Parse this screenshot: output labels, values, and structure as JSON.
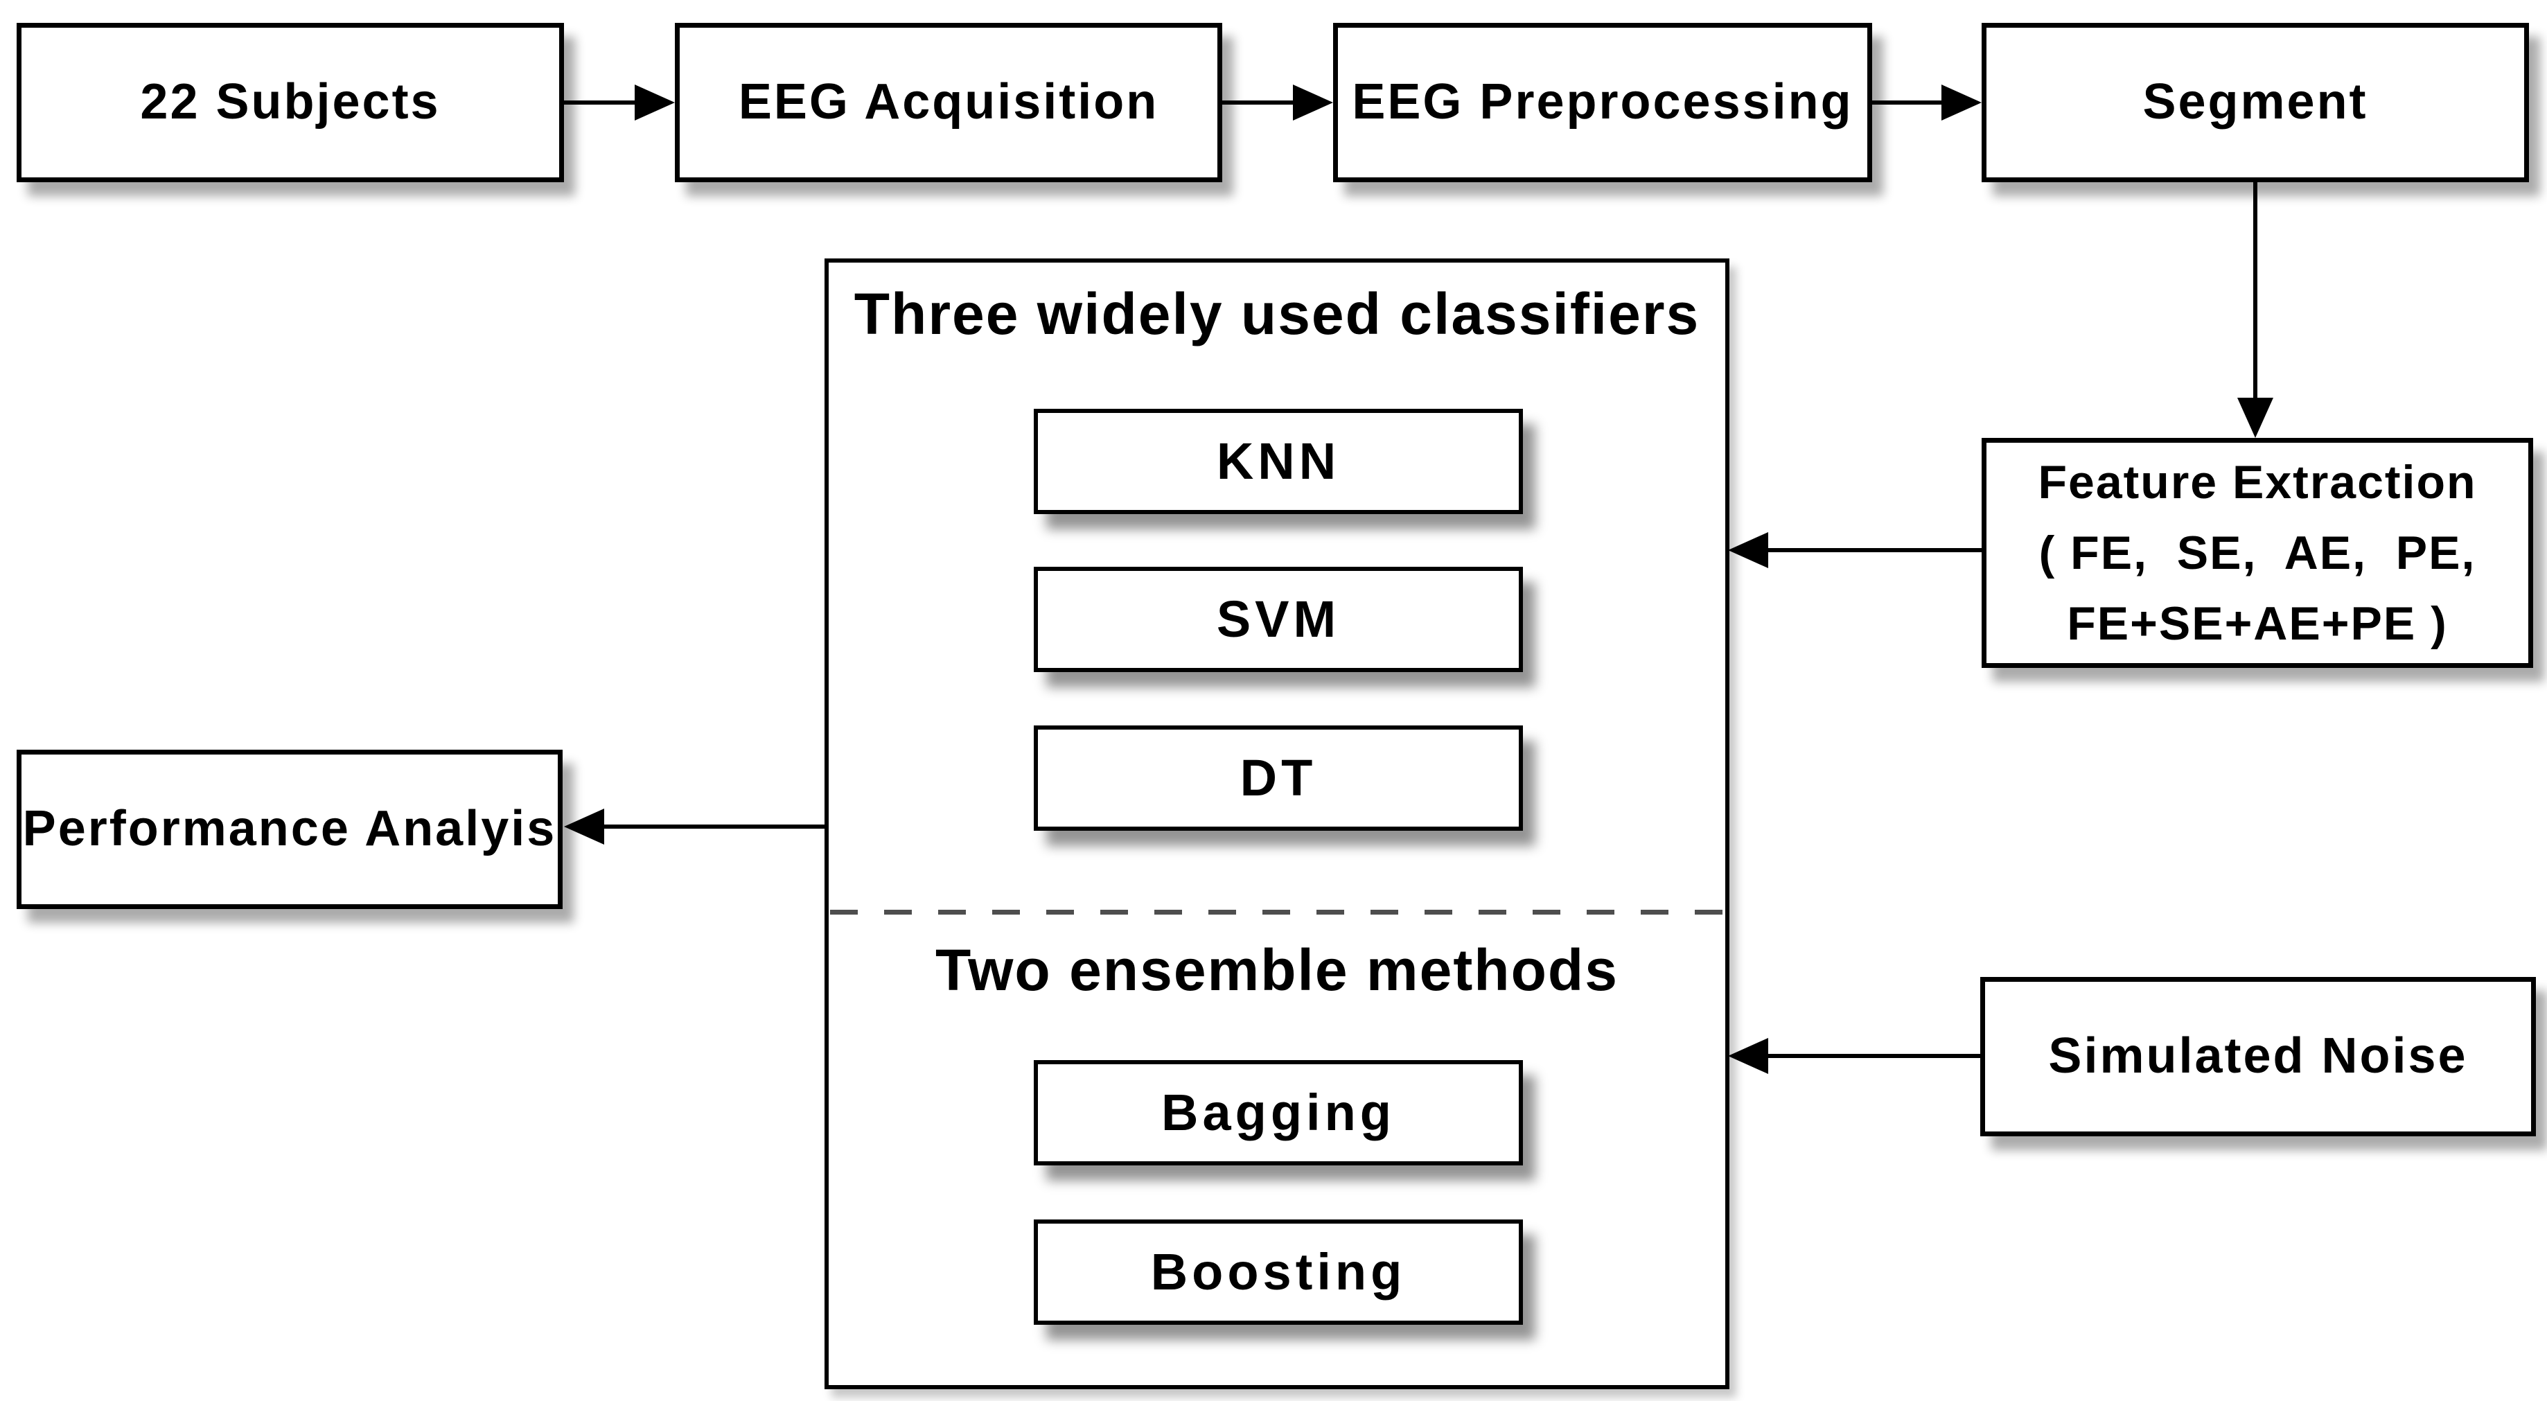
{
  "figure": {
    "type": "flowchart",
    "background": "#ffffff",
    "stroke_color": "#000000",
    "divider_color": "#4e4e4e",
    "nodes": {
      "subjects": {
        "label": "22 Subjects"
      },
      "eeg_acquisition": {
        "label": "EEG Acquisition"
      },
      "eeg_preprocessing": {
        "label": "EEG Preprocessing"
      },
      "segment": {
        "label": "Segment"
      },
      "feature_extraction": {
        "lines": [
          "Feature Extraction",
          "( FE,  SE,  AE,  PE,",
          "FE+SE+AE+PE )"
        ]
      },
      "simulated_noise": {
        "label": "Simulated Noise"
      },
      "performance_analysis": {
        "label": "Performance Analyis"
      }
    },
    "classifier_group": {
      "classifiers_title": "Three widely used classifiers",
      "classifiers": [
        "KNN",
        "SVM",
        "DT"
      ],
      "ensemble_title": "Two ensemble methods",
      "ensemble_methods": [
        "Bagging",
        "Boosting"
      ]
    },
    "edges": [
      {
        "from": "subjects",
        "to": "eeg_acquisition"
      },
      {
        "from": "eeg_acquisition",
        "to": "eeg_preprocessing"
      },
      {
        "from": "eeg_preprocessing",
        "to": "segment"
      },
      {
        "from": "segment",
        "to": "feature_extraction"
      },
      {
        "from": "feature_extraction",
        "to": "classifier_group"
      },
      {
        "from": "simulated_noise",
        "to": "classifier_group"
      },
      {
        "from": "classifier_group",
        "to": "performance_analysis"
      }
    ]
  }
}
